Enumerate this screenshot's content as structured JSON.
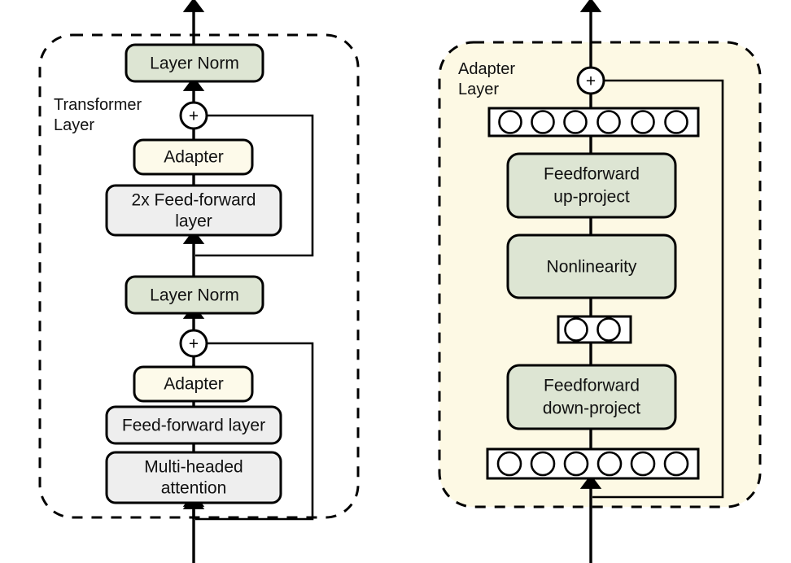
{
  "figure": {
    "type": "diagram",
    "subtype": "neural-network-architecture",
    "panels": [
      {
        "id": "transformer-layer",
        "label_line1": "Transformer",
        "label_line2": "Layer",
        "background": "#ffffff",
        "border_style": "dashed",
        "nodes": [
          {
            "id": "ln-top",
            "label": "Layer Norm",
            "fill": "#dde5d3",
            "shape": "rounded-rect"
          },
          {
            "id": "adapter-2",
            "label": "Adapter",
            "fill": "#fdfaea",
            "shape": "rounded-rect"
          },
          {
            "id": "ff-2x",
            "label_line1": "2x Feed-forward",
            "label_line2": "layer",
            "fill": "#eeeeee",
            "shape": "rounded-rect"
          },
          {
            "id": "ln-mid",
            "label": "Layer Norm",
            "fill": "#dde5d3",
            "shape": "rounded-rect"
          },
          {
            "id": "adapter-1",
            "label": "Adapter",
            "fill": "#fdfaea",
            "shape": "rounded-rect"
          },
          {
            "id": "ff-layer",
            "label": "Feed-forward layer",
            "fill": "#eeeeee",
            "shape": "rounded-rect"
          },
          {
            "id": "mha",
            "label_line1": "Multi-headed",
            "label_line2": "attention",
            "fill": "#eeeeee",
            "shape": "rounded-rect"
          }
        ],
        "operators": [
          {
            "id": "add-2",
            "glyph": "+",
            "kind": "residual-add"
          },
          {
            "id": "add-1",
            "glyph": "+",
            "kind": "residual-add"
          }
        ]
      },
      {
        "id": "adapter-layer",
        "label_line1": "Adapter",
        "label_line2": "Layer",
        "background": "#fdf9e4",
        "border_style": "dashed",
        "nodes": [
          {
            "id": "ff-up",
            "label_line1": "Feedforward",
            "label_line2": "up-project",
            "fill": "#dde5d3",
            "shape": "rounded-rect"
          },
          {
            "id": "nonlin",
            "label": "Nonlinearity",
            "fill": "#dde5d3",
            "shape": "rounded-rect"
          },
          {
            "id": "ff-down",
            "label_line1": "Feedforward",
            "label_line2": "down-project",
            "fill": "#dde5d3",
            "shape": "rounded-rect"
          }
        ],
        "neuron_rows": [
          {
            "id": "neurons-top",
            "count": 6,
            "width": "wide"
          },
          {
            "id": "neurons-middle",
            "count": 2,
            "width": "narrow"
          },
          {
            "id": "neurons-bottom",
            "count": 6,
            "width": "wide"
          }
        ],
        "operators": [
          {
            "id": "add-adapter",
            "glyph": "+",
            "kind": "residual-add"
          }
        ]
      }
    ],
    "colors": {
      "green": "#dde5d3",
      "gray": "#eeeeee",
      "cream": "#fdfaea",
      "panel_cream": "#fdf9e4",
      "stroke": "#000000",
      "white": "#ffffff"
    }
  }
}
